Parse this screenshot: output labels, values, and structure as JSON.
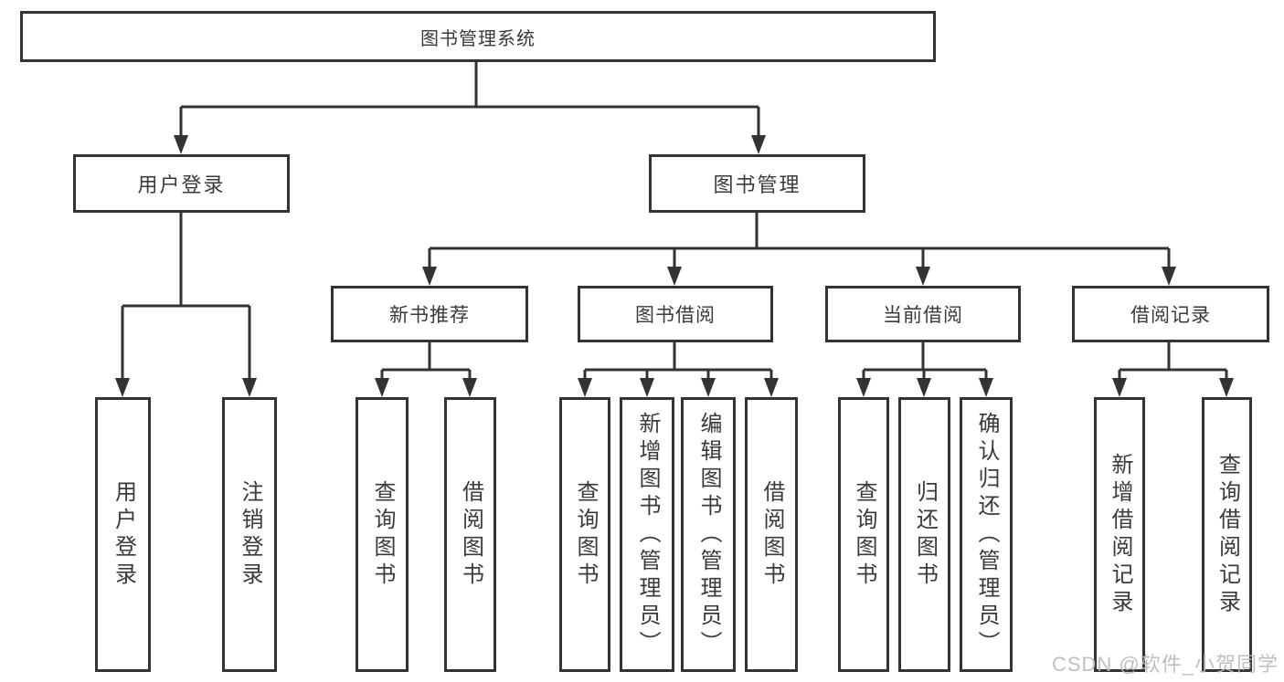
{
  "diagram": {
    "root": {
      "label": "图书管理系统"
    },
    "level2": {
      "user_login": {
        "label": "用户登录"
      },
      "book_mgmt": {
        "label": "图书管理"
      }
    },
    "level3": {
      "new_book_rec": {
        "label": "新书推荐"
      },
      "book_borrow": {
        "label": "图书借阅"
      },
      "current_borrow": {
        "label": "当前借阅"
      },
      "borrow_records": {
        "label": "借阅记录"
      }
    },
    "leaves": {
      "user_login_leaf": {
        "label": "用户登录"
      },
      "logout_leaf": {
        "label": "注销登录"
      },
      "rec_query_books": {
        "label": "查询图书"
      },
      "rec_borrow_books": {
        "label": "借阅图书"
      },
      "borrow_query_books": {
        "label": "查询图书"
      },
      "borrow_add_books": {
        "label": "新增图书（管理员）"
      },
      "borrow_edit_books": {
        "label": "编辑图书（管理员）"
      },
      "borrow_borrow_books": {
        "label": "借阅图书"
      },
      "current_query_books": {
        "label": "查询图书"
      },
      "current_return_books": {
        "label": "归还图书"
      },
      "current_confirm_return": {
        "label": "确认归还（管理员）"
      },
      "records_add_record": {
        "label": "新增借阅记录"
      },
      "records_query_record": {
        "label": "查询借阅记录"
      }
    },
    "watermark": "CSDN @软件_小贺同学",
    "colors": {
      "border": "#333333",
      "line": "#333333",
      "text": "#3a3a3a",
      "watermark": "#b9b9bd",
      "background": "#ffffff"
    }
  }
}
